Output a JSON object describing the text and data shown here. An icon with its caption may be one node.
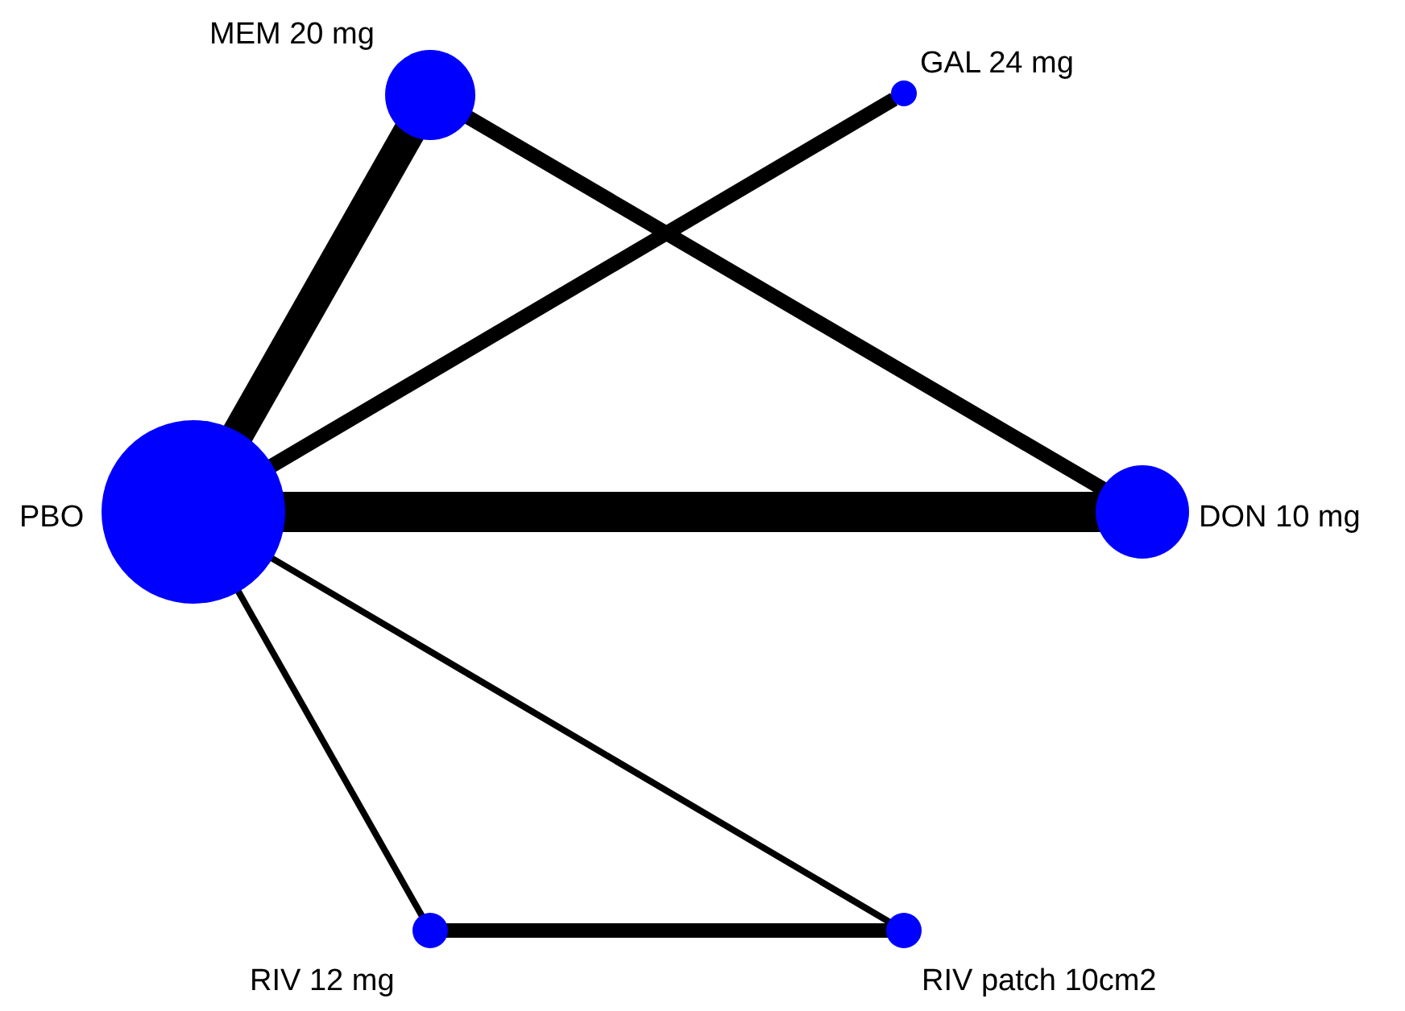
{
  "diagram": {
    "nodes": [
      {
        "text": [],
        "shape": "circle",
        "beside": [
          "PBO"
        ]
      },
      {
        "text": [],
        "shape": "circle",
        "beside": [
          "MEM 20 mg"
        ]
      },
      {
        "text": [],
        "shape": "circle",
        "beside": [
          "GAL 24 mg"
        ]
      },
      {
        "text": [],
        "shape": "circle",
        "beside": [
          "DON 10 mg"
        ]
      },
      {
        "text": [],
        "shape": "circle",
        "beside": [
          "RIV 12 mg"
        ]
      },
      {
        "text": [],
        "shape": "circle",
        "beside": [
          "RIV patch 10cm2"
        ]
      }
    ],
    "edges": [
      {
        "from": 0,
        "to": 1,
        "arrow": "none",
        "style": "thick"
      },
      {
        "from": 0,
        "to": 2,
        "arrow": "none"
      },
      {
        "from": 0,
        "to": 3,
        "arrow": "none",
        "style": "thick"
      },
      {
        "from": 1,
        "to": 3,
        "arrow": "none"
      },
      {
        "from": 0,
        "to": 4,
        "arrow": "none"
      },
      {
        "from": 0,
        "to": 5,
        "arrow": "none"
      },
      {
        "from": 4,
        "to": 5,
        "arrow": "none"
      }
    ]
  }
}
